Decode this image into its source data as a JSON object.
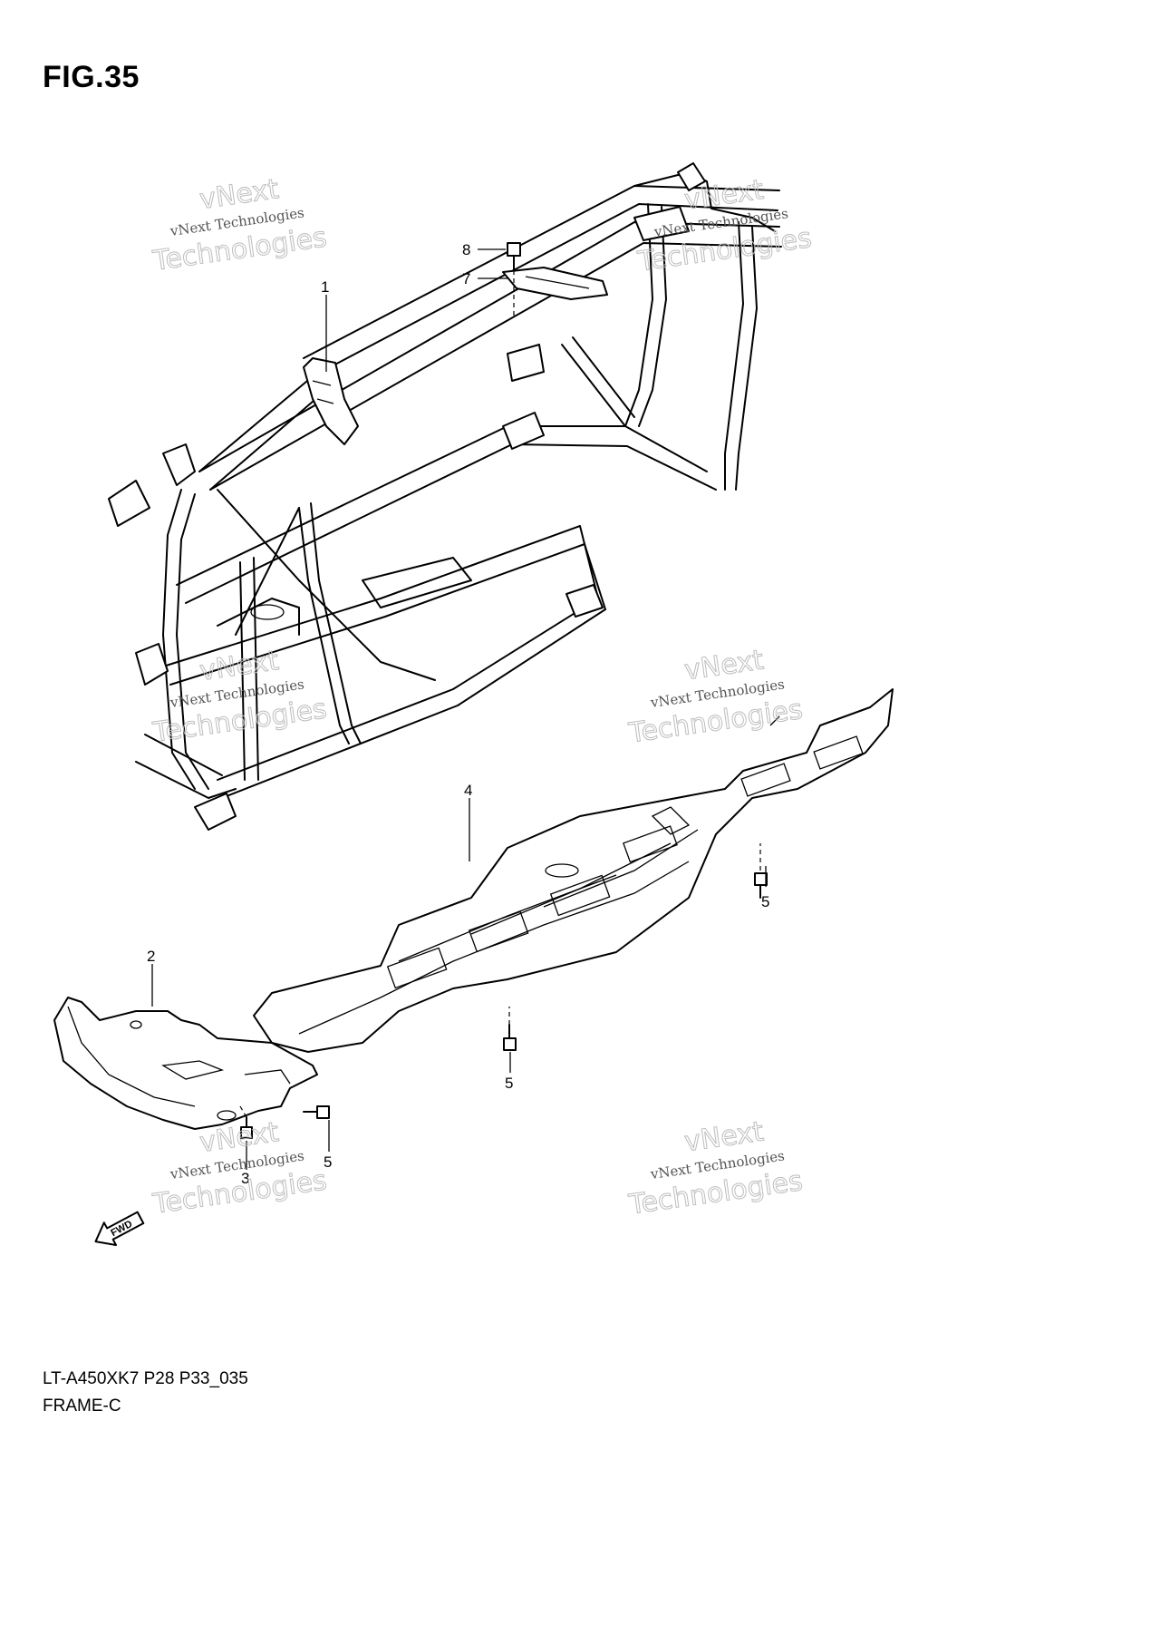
{
  "figure_title": "FIG.35",
  "model_code": "LT-A450XK7 P28 P33_035",
  "section_name": "FRAME-C",
  "fwd_label": "FWD",
  "watermark": {
    "line1": "vNext Technologies",
    "line2": "vNext",
    "line3": "Technologies"
  },
  "callouts": [
    {
      "id": "c1",
      "label": "1"
    },
    {
      "id": "c2",
      "label": "2"
    },
    {
      "id": "c3",
      "label": "3"
    },
    {
      "id": "c4",
      "label": "4"
    },
    {
      "id": "c5a",
      "label": "5"
    },
    {
      "id": "c5b",
      "label": "5"
    },
    {
      "id": "c5c",
      "label": "5"
    },
    {
      "id": "c7",
      "label": "7"
    },
    {
      "id": "c8",
      "label": "8"
    }
  ]
}
